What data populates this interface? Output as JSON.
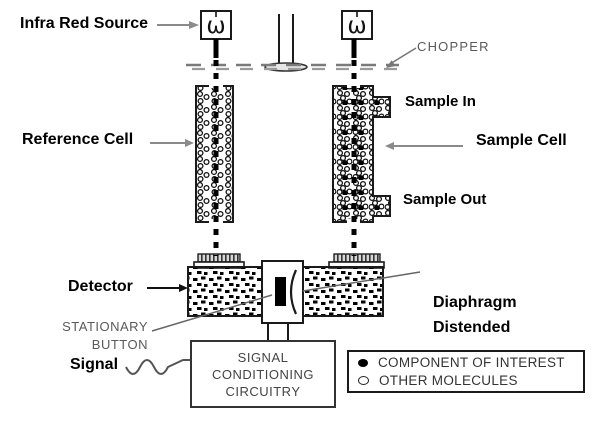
{
  "labels": {
    "infra_red_source": "Infra Red Source",
    "chopper": "CHOPPER",
    "reference_cell": "Reference Cell",
    "sample_in": "Sample In",
    "sample_cell": "Sample Cell",
    "sample_out": "Sample Out",
    "detector": "Detector",
    "stationary_button_line1": "STATIONARY",
    "stationary_button_line2": "BUTTON",
    "signal": "Signal",
    "diaphragm_line1": "Diaphragm",
    "diaphragm_line2": "Distended"
  },
  "circuit_box": {
    "line1": "SIGNAL",
    "line2": "CONDITIONING",
    "line3": "CIRCUITRY"
  },
  "legend": {
    "items": [
      {
        "symbol": "filled-circle",
        "label": "COMPONENT OF INTEREST"
      },
      {
        "symbol": "open-circle",
        "label": "OTHER MOLECULES"
      }
    ]
  },
  "icons": {
    "ir_source_glyph": "ω"
  },
  "colors": {
    "outline": "#1a1a1a",
    "arrow_gray": "#8a8a8a",
    "pointer_gray": "#666666",
    "muted_text": "#5a5a5a",
    "background": "#ffffff"
  }
}
